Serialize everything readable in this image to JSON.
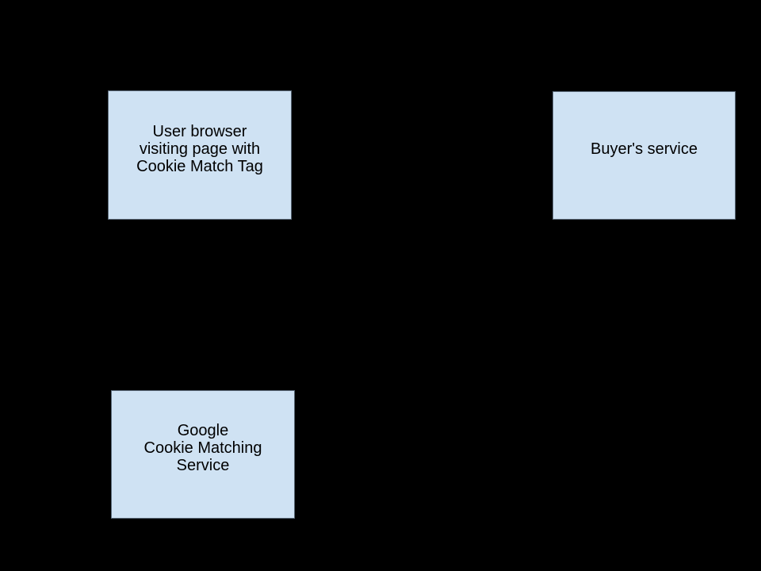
{
  "diagram": {
    "background_color": "#000000",
    "node_fill_color": "#cfe2f3",
    "node_border_color": "#5c6b7a",
    "node_text_color": "#000000",
    "nodes": [
      {
        "id": "user-browser",
        "label": "User browser\nvisiting page with\nCookie Match Tag"
      },
      {
        "id": "buyer-service",
        "label": "Buyer's service"
      },
      {
        "id": "google-cms",
        "label": "Google\nCookie Matching\nService"
      }
    ]
  }
}
